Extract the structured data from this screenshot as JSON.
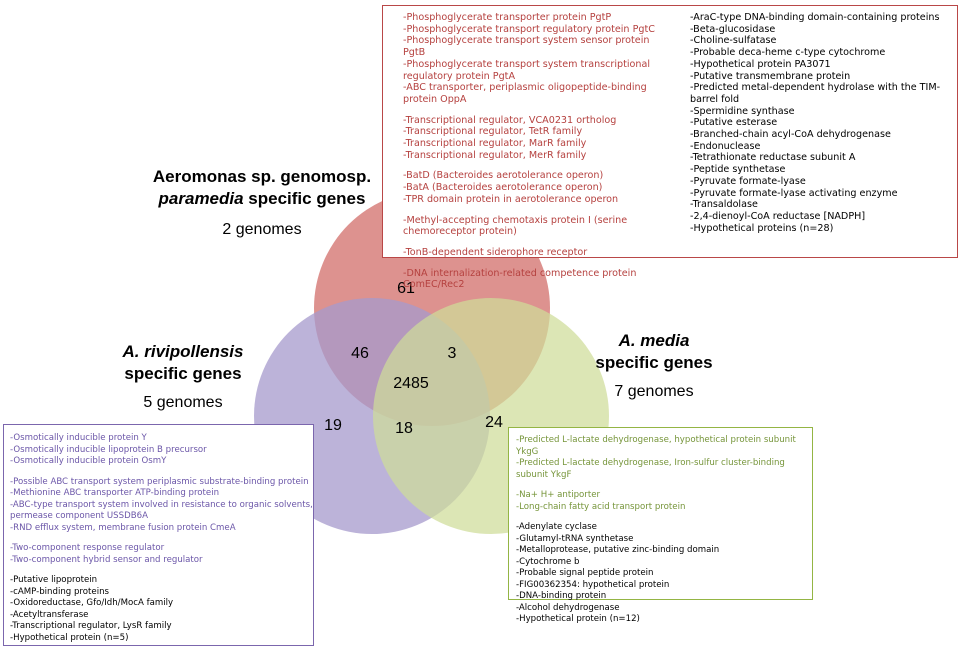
{
  "venn": {
    "sets": [
      {
        "id": "paramedia",
        "color": "#d98683"
      },
      {
        "id": "rivipollensis",
        "color": "#a699cc"
      },
      {
        "id": "media",
        "color": "#cfdd98"
      }
    ],
    "regions": {
      "paramedia_only": "61",
      "paramedia_rivipollensis": "46",
      "paramedia_media": "3",
      "core": "2485",
      "rivipollensis_only": "19",
      "rivipollensis_media": "18",
      "media_only": "24"
    }
  },
  "labels": {
    "paramedia": {
      "line1": "Aeromonas sp. genomosp.",
      "line2_italic": "paramedia",
      "line2_rest": " specific genes",
      "genomes": "2 genomes"
    },
    "rivipollensis": {
      "line1_italic": "A. rivipollensis",
      "line2": "specific genes",
      "genomes": "5 genomes"
    },
    "media": {
      "line1_italic": "A. media",
      "line2": "specific genes",
      "genomes": "7 genomes"
    }
  },
  "boxes": {
    "paramedia": {
      "left_groups": [
        [
          "-Phosphoglycerate transporter protein PgtP",
          "-Phosphoglycerate transport regulatory protein PgtC",
          "-Phosphoglycerate transport system sensor protein PgtB",
          "-Phosphoglycerate transport system transcriptional regulatory protein PgtA",
          "-ABC transporter, periplasmic oligopeptide-binding protein OppA"
        ],
        [
          "-Transcriptional regulator, VCA0231 ortholog",
          "-Transcriptional regulator, TetR family",
          "-Transcriptional regulator, MarR family",
          "-Transcriptional regulator, MerR family"
        ],
        [
          "-BatD (Bacteroides aerotolerance operon)",
          "-BatA (Bacteroides aerotolerance operon)",
          "-TPR domain protein in aerotolerance operon"
        ],
        [
          "-Methyl-accepting chemotaxis protein I (serine chemoreceptor protein)"
        ],
        [
          "-TonB-dependent siderophore receptor"
        ],
        [
          "-DNA internalization-related competence protein ComEC/Rec2"
        ]
      ],
      "right": [
        "-AraC-type DNA-binding domain-containing proteins",
        "-Beta-glucosidase",
        "-Choline-sulfatase",
        "-Probable deca-heme c-type cytochrome",
        "-Hypothetical protein PA3071",
        "-Putative transmembrane protein",
        "-Predicted metal-dependent hydrolase with the TIM-barrel fold",
        "-Spermidine synthase",
        "-Putative esterase",
        "-Branched-chain acyl-CoA dehydrogenase",
        "-Endonuclease",
        "-Tetrathionate reductase subunit A",
        "-Peptide synthetase",
        "-Pyruvate formate-lyase",
        "-Pyruvate formate-lyase activating enzyme",
        "-Transaldolase",
        "-2,4-dienoyl-CoA reductase [NADPH]",
        "-Hypothetical proteins (n=28)"
      ]
    },
    "rivipollensis": {
      "colored_groups": [
        [
          "-Osmotically inducible protein Y",
          "-Osmotically inducible lipoprotein B precursor",
          "-Osmotically inducible protein OsmY"
        ],
        [
          "-Possible ABC transport system periplasmic substrate-binding protein",
          "-Methionine ABC transporter ATP-binding protein",
          "-ABC-type transport system involved in resistance to organic solvents, permease component USSDB6A",
          "-RND efflux system, membrane fusion protein CmeA"
        ],
        [
          "-Two-component response regulator",
          "-Two-component hybrid sensor and regulator"
        ]
      ],
      "black": [
        "-Putative lipoprotein",
        "-cAMP-binding proteins",
        "-Oxidoreductase, Gfo/Idh/MocA family",
        "-Acetyltransferase",
        "-Transcriptional regulator, LysR family",
        "-Hypothetical protein (n=5)"
      ]
    },
    "media": {
      "colored_groups": [
        [
          "-Predicted L-lactate dehydrogenase, hypothetical protein subunit YkgG",
          "-Predicted L-lactate dehydrogenase, Iron-sulfur cluster-binding subunit YkgF"
        ],
        [
          "-Na+ H+ antiporter",
          "-Long-chain fatty acid transport protein"
        ]
      ],
      "black": [
        "-Adenylate cyclase",
        "-Glutamyl-tRNA synthetase",
        "-Metalloprotease, putative zinc-binding domain",
        "-Cytochrome b",
        "-Probable signal peptide protein",
        "-FIG00362354: hypothetical protein",
        "-DNA-binding protein",
        "-Alcohol dehydrogenase",
        "-Hypothetical protein (n=12)"
      ]
    }
  }
}
